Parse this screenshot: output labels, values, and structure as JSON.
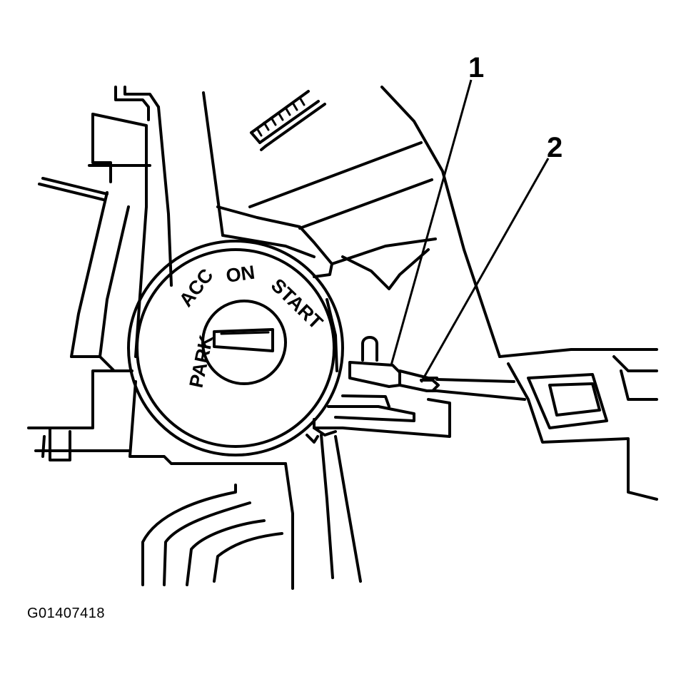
{
  "figure_id": "G01407418",
  "callouts": [
    "1",
    "2"
  ],
  "ignition_positions": [
    "PARK",
    "ACC",
    "ON",
    "START"
  ],
  "colors": {
    "line": "#000000",
    "background": "#ffffff"
  }
}
